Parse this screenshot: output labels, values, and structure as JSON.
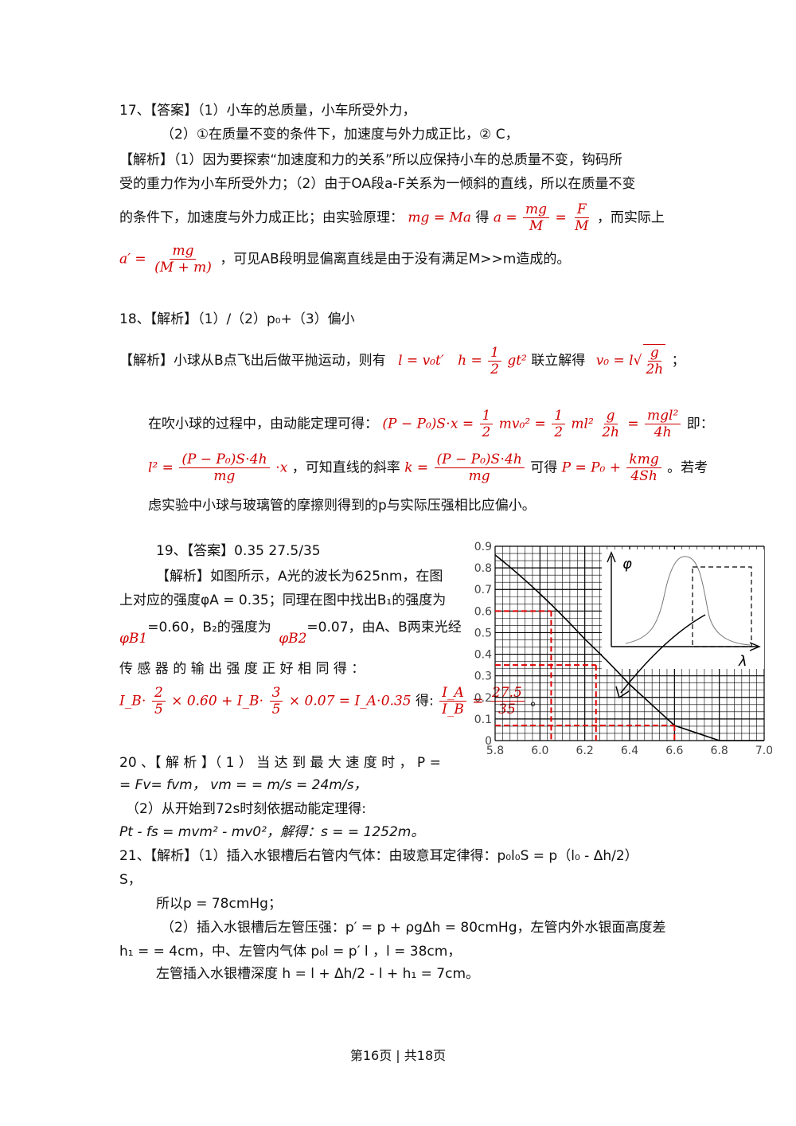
{
  "q17": {
    "l1": "17、【答案】（1）小车的总质量，小车所受外力，",
    "l2": "（2）①在质量不变的条件下，加速度与外力成正比，② C，",
    "l3": "【解析】（1）因为要探索“加速度和力的关系”所以应保持小车的总质量不变，钩码所",
    "l4": "受的重力作为小车所受外力；（2）由于OA段a-F关系为一倾斜的直线，所以在质量不变",
    "l5a": "的条件下，加速度与外力成正比；由实验原理：",
    "l5f1": "mg = Ma",
    "l5b": "得",
    "l5f2": "a =",
    "l5f3n": "mg",
    "l5f3d": "M",
    "l5f4": "=",
    "l5f5n": "F",
    "l5f5d": "M",
    "l5c": "，而实际上",
    "l6f1": "a′ =",
    "l6f2n": "mg",
    "l6f2d": "(M + m)",
    "l6a": "，可见AB段明显偏离直线是由于没有满足M>>m造成的。"
  },
  "q18": {
    "l1": "18、【解析】（1）/（2）p₀+（3）偏小",
    "l2a": "【解析】小球从B点飞出后做平抛运动，则有",
    "l2f1": "l = v₀t′",
    "l2f2": "h =",
    "l2f2n": "1",
    "l2f2d": "2",
    "l2f2t": "gt²",
    "l2b": "联立解得",
    "l2f3": "v₀ = l",
    "l2f3n": "g",
    "l2f3d": "2h",
    "l2c": "；",
    "l3a": "在吹小球的过程中，由动能定理可得：",
    "l3f1": "(P − P₀)S⋅x =",
    "l3f1n": "1",
    "l3f1d": "2",
    "l3f1t": "mv₀² =",
    "l3f2n": "1",
    "l3f2d": "2",
    "l3f2t": "ml²",
    "l3f3n": "g",
    "l3f3d": "2h",
    "l3f4": "=",
    "l3f4n": "mgl²",
    "l3f4d": "4h",
    "l3b": "即：",
    "l4f1": "l² =",
    "l4f1n": "(P − P₀)S⋅4h",
    "l4f1d": "mg",
    "l4f1t": "⋅x",
    "l4a": "，可知直线的斜率",
    "l4f2": "k =",
    "l4f2n": "(P − P₀)S⋅4h",
    "l4f2d": "mg",
    "l4b": "可得",
    "l4f3": "P = P₀ +",
    "l4f3n": "kmg",
    "l4f3d": "4Sh",
    "l4c": "。若考",
    "l5": "虑实验中小球与玻璃管的摩擦则得到的p与实际压强相比应偏小。"
  },
  "q19": {
    "l1": "19、【答案】0.35  27.5/35",
    "l2": "【解析】如图所示，A光的波长为625nm，在图",
    "l3": "上对应的强度φA = 0.35；同理在图中找出B₁的强度为",
    "l4a": "=0.60，B₂的强度为",
    "l4b": "=0.07，由A、B两束光经",
    "l4f1": "φB1",
    "l4f2": "φB2",
    "l5": "传 感 器 的 输 出 强 度 正 好 相 同 得 ：",
    "l6f1": "I_B⋅",
    "l6f1n": "2",
    "l6f1d": "5",
    "l6f1t": "× 0.60 + I_B⋅",
    "l6f2n": "3",
    "l6f2d": "5",
    "l6f2t": "× 0.07 = I_A⋅0.35",
    "l6a": "得:",
    "l6f3n": "I_A",
    "l6f3d": "I_B",
    "l6f4": "=",
    "l6f4n": "27.5",
    "l6f4d": "35",
    "l6b": "。"
  },
  "q20": {
    "l1": "20 、【 解 析 】（ 1 ） 当 达 到 最 大 速 度 时 ，  P =",
    "l2": "= Fv= fvm，  vm = = m/s = 24m/s，",
    "l3": "（2）从开始到72s时刻依据动能定理得:",
    "l4": "Pt - fs = mvm² - mv0²，解得：s = = 1252m。"
  },
  "q21": {
    "l1": "21、【解析】（1）插入水银槽后右管内气体：由玻意耳定律得：p₀l₀S = p（l₀ - Δh/2）",
    "l2": "S，",
    "l3": "所以p = 78cmHg；",
    "l4": "（2）插入水银槽后左管压强：p′  = p + ρgΔh = 80cmHg，左管内外水银面高度差",
    "l5": "h₁ = = 4cm，中、左管内气体 p₀l = p′  l  ，l  = 38cm，",
    "l6": "左管插入水银槽深度 h = l + Δh/2 - l   + h₁ = 7cm。"
  },
  "graph": {
    "y_ticks": [
      "0.9",
      "0.8",
      "0.7",
      "0.6",
      "0.5",
      "0.4",
      "0.3",
      "0.2",
      "0.1",
      "0"
    ],
    "x_ticks": [
      "5.8",
      "6.0",
      "6.2",
      "6.4",
      "6.6",
      "6.8",
      "7.0"
    ],
    "inset_y_label": "φ",
    "inset_x_label": "λ",
    "curve_color": "#000000",
    "guide_color": "#e00000"
  },
  "chart_data": {
    "type": "line",
    "x": [
      5.8,
      6.0,
      6.2,
      6.4,
      6.6,
      6.8,
      7.0
    ],
    "series": [
      {
        "values": [
          0.86,
          0.68,
          0.47,
          0.26,
          0.07,
          0.0,
          0.0
        ]
      }
    ],
    "xlim": [
      5.8,
      7.0
    ],
    "ylim": [
      0,
      0.9
    ],
    "grid": true,
    "annotations": [
      {
        "x": 6.05,
        "y": 0.6
      },
      {
        "x": 6.25,
        "y": 0.35
      },
      {
        "x": 6.6,
        "y": 0.07
      }
    ]
  },
  "footer": "第16页 | 共18页"
}
